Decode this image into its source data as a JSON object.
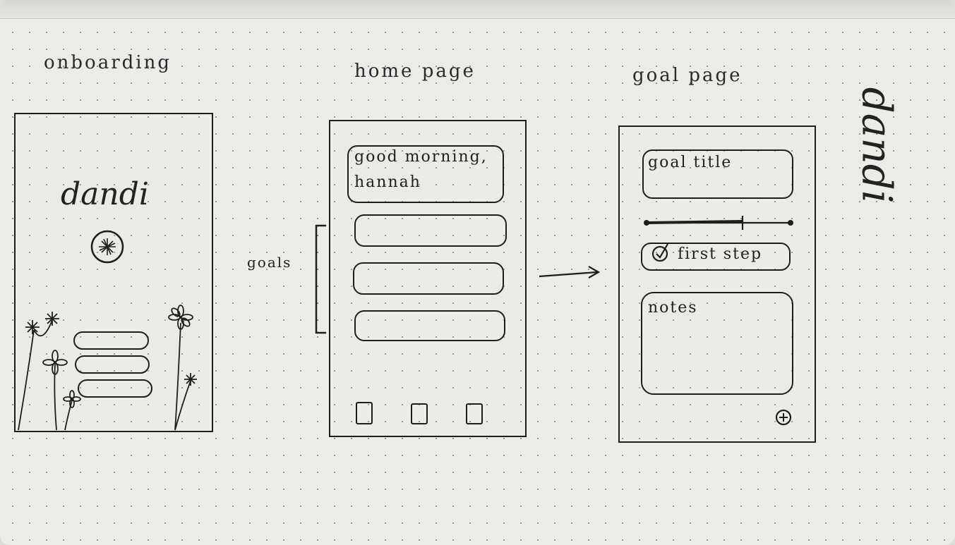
{
  "labels": {
    "onboarding": "onboarding",
    "home_page": "home page",
    "goal_page": "goal page",
    "goals_bracket": "goals"
  },
  "onboarding_screen": {
    "logo": "dandi",
    "icon": "dandelion-icon",
    "buttons_count_visual": 3
  },
  "home_screen": {
    "greeting_line1": "good morning,",
    "greeting_line2": "hannah",
    "nav_icons": [
      "nav-tab-icon-1",
      "nav-tab-icon-2",
      "nav-tab-icon-3"
    ]
  },
  "goal_screen": {
    "goal_title": "goal title",
    "step": "first step",
    "step_checked": true,
    "notes_label": "notes",
    "add_icon": "plus-circle-icon"
  },
  "brand_side": "dandi",
  "colors": {
    "ink": "#1e1e1e",
    "paper": "#ecebe7"
  }
}
